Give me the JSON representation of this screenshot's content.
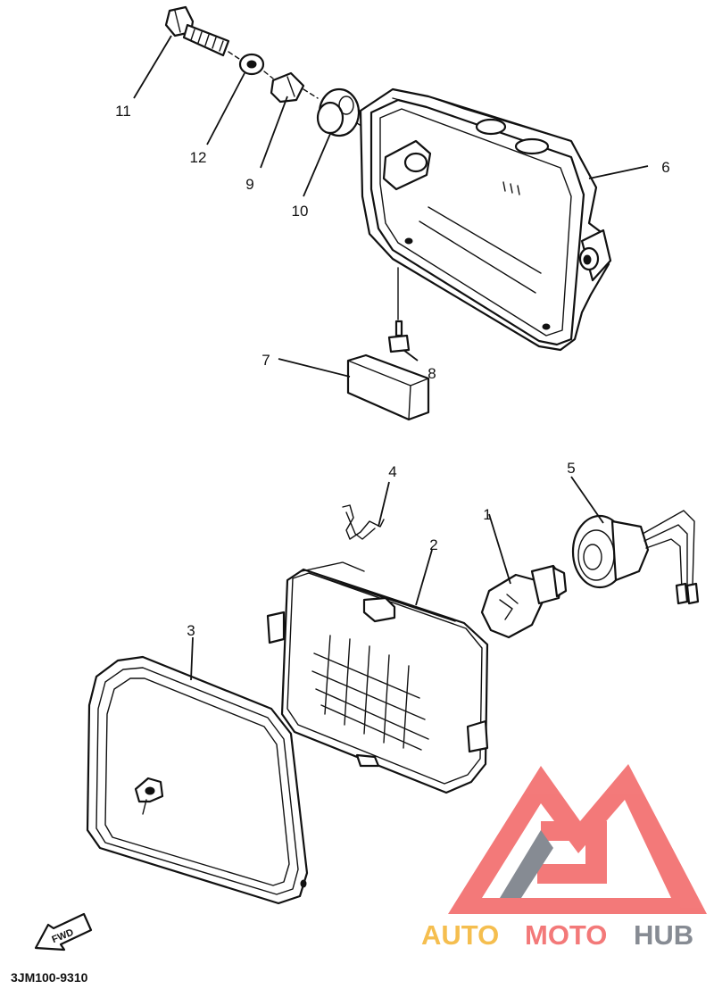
{
  "callouts": [
    {
      "id": "1",
      "label": "1"
    },
    {
      "id": "2",
      "label": "2"
    },
    {
      "id": "3",
      "label": "3"
    },
    {
      "id": "4",
      "label": "4"
    },
    {
      "id": "5",
      "label": "5"
    },
    {
      "id": "6",
      "label": "6"
    },
    {
      "id": "7",
      "label": "7"
    },
    {
      "id": "8",
      "label": "8"
    },
    {
      "id": "9",
      "label": "9"
    },
    {
      "id": "10",
      "label": "10"
    },
    {
      "id": "11",
      "label": "11"
    },
    {
      "id": "12",
      "label": "12"
    }
  ],
  "fwd_label": "FWD",
  "diagram_code": "3JM100-9310",
  "watermark": {
    "brand_part1": "AUTO",
    "brand_part2": "MOTO",
    "brand_part3": "HUB",
    "colors": {
      "primary": "#f26b6b",
      "secondary": "#f5b83d",
      "dark": "#7a7f88"
    }
  }
}
